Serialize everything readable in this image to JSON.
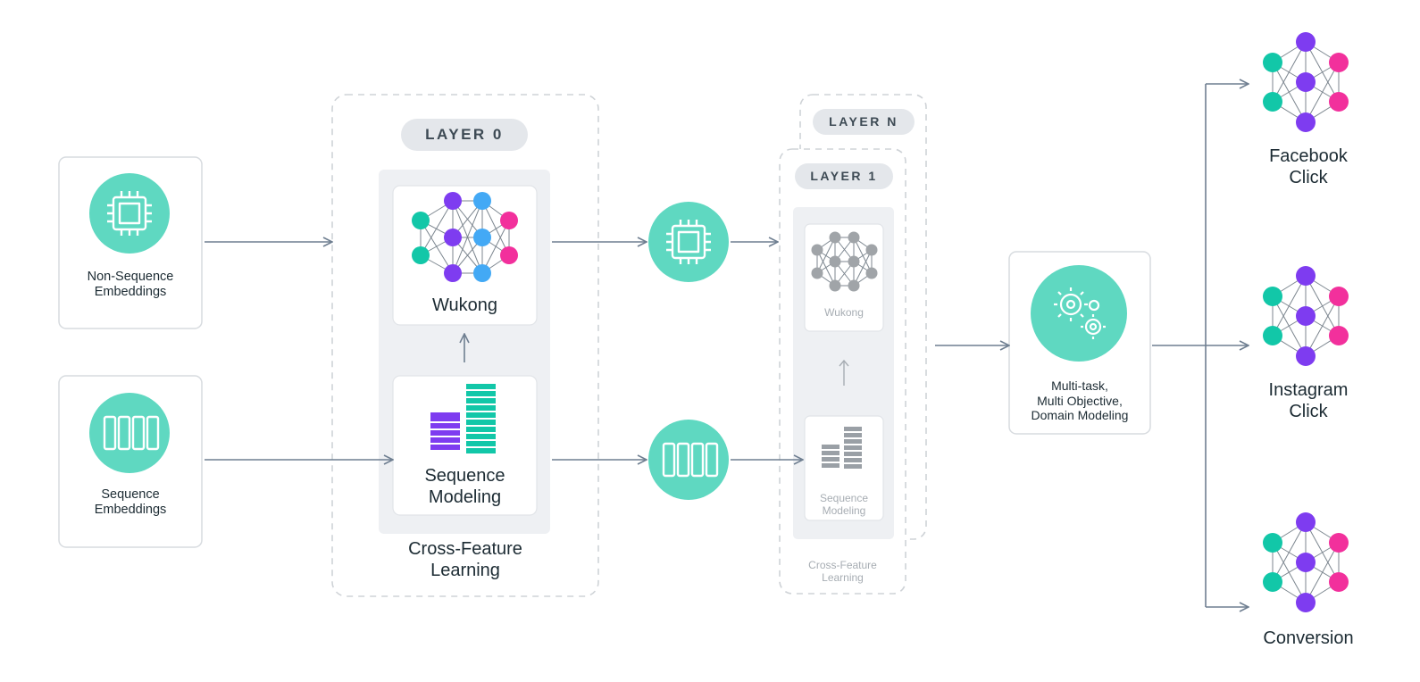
{
  "inputs": {
    "non_sequence_label": "Non-Sequence\nEmbeddings",
    "sequence_label": "Sequence\nEmbeddings"
  },
  "layer0": {
    "pill": "LAYER 0",
    "wukong_label": "Wukong",
    "sequence_modeling_label": "Sequence\nModeling",
    "caption": "Cross-Feature\nLearning"
  },
  "layer1": {
    "pill": "LAYER 1",
    "pill_back": "LAYER N",
    "wukong_label": "Wukong",
    "sequence_modeling_label": "Sequence\nModeling",
    "caption": "Cross-Feature\nLearning"
  },
  "multitask": {
    "label": "Multi-task,\nMulti Objective,\nDomain Modeling"
  },
  "outputs": [
    {
      "label": "Facebook\nClick"
    },
    {
      "label": "Instagram\nClick"
    },
    {
      "label": "Conversion"
    }
  ],
  "colors": {
    "teal": "#5fd8c1",
    "teal_dark": "#12c7a8",
    "purple": "#7e3cf0",
    "blue": "#43a9f5",
    "pink": "#f2309c",
    "gray_node": "#a0a4a8",
    "arrow": "#6f7f91",
    "dashed": "#cfd3d7"
  },
  "icons": {
    "chip": "chip-icon",
    "sequence": "sequence-blocks-icon",
    "gears": "gears-icon",
    "network": "neural-network-icon",
    "bars": "stacked-bars-icon"
  }
}
